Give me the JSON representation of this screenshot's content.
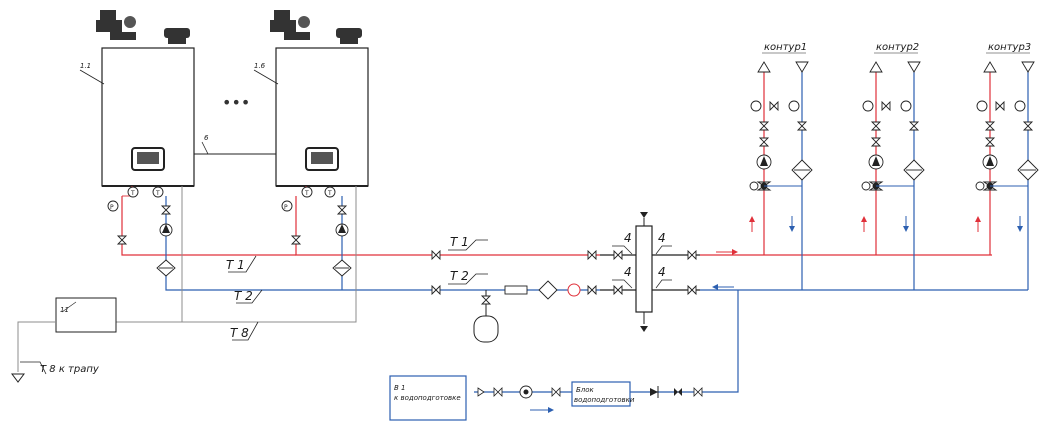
{
  "boilers": [
    {
      "id": "1.1"
    },
    {
      "id": "1.6"
    }
  ],
  "ellipsis": "•••",
  "connector_label": "6",
  "drain_tank_label": "11",
  "pipes": {
    "t1": "T 1",
    "t2": "T 2",
    "t8": "T 8",
    "t8_drain": "T 8  к трапу"
  },
  "separator_callouts": [
    "4",
    "4",
    "4",
    "4"
  ],
  "circuits": [
    {
      "name": "контур1"
    },
    {
      "name": "контур2"
    },
    {
      "name": "контур3"
    }
  ],
  "water_supply": {
    "b1_line1": "В 1",
    "b1_line2": "к водоподготовке",
    "block_line1": "Блок",
    "block_line2": "водоподготовки"
  },
  "colors": {
    "supply": "#e0303a",
    "return": "#2c5fb0",
    "drain": "#8c8c8c",
    "line": "#222222"
  }
}
